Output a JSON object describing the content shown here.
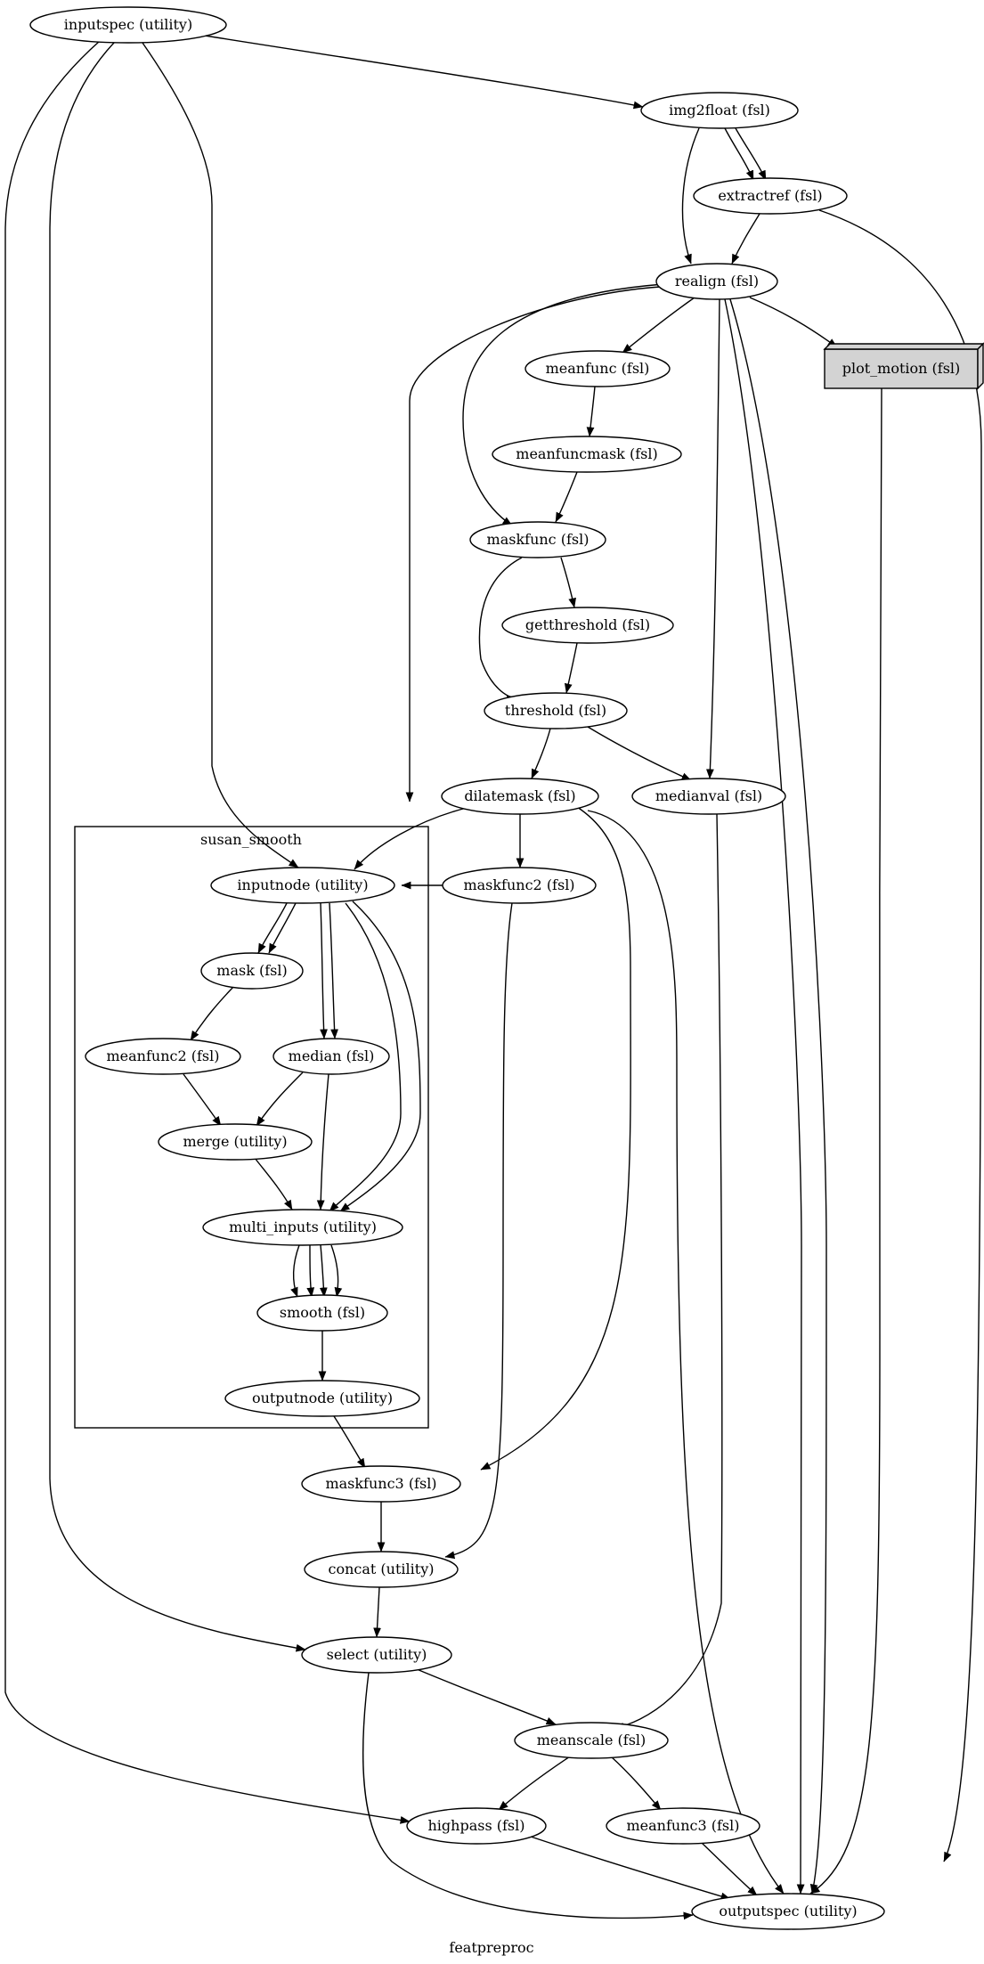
{
  "graph": {
    "name": "featpreproc",
    "cluster_label": "susan_smooth",
    "box_node_fill": "#d3d3d3",
    "nodes": [
      {
        "id": "inputspec",
        "label": "inputspec (utility)"
      },
      {
        "id": "img2float",
        "label": "img2float (fsl)"
      },
      {
        "id": "extractref",
        "label": "extractref (fsl)"
      },
      {
        "id": "realign",
        "label": "realign (fsl)"
      },
      {
        "id": "plot_motion",
        "label": "plot_motion (fsl)"
      },
      {
        "id": "meanfunc",
        "label": "meanfunc (fsl)"
      },
      {
        "id": "meanfuncmask",
        "label": "meanfuncmask (fsl)"
      },
      {
        "id": "maskfunc",
        "label": "maskfunc (fsl)"
      },
      {
        "id": "getthreshold",
        "label": "getthreshold (fsl)"
      },
      {
        "id": "threshold",
        "label": "threshold (fsl)"
      },
      {
        "id": "dilatemask",
        "label": "dilatemask (fsl)"
      },
      {
        "id": "medianval",
        "label": "medianval (fsl)"
      },
      {
        "id": "inputnode",
        "label": "inputnode (utility)"
      },
      {
        "id": "maskfunc2",
        "label": "maskfunc2 (fsl)"
      },
      {
        "id": "mask",
        "label": "mask (fsl)"
      },
      {
        "id": "meanfunc2",
        "label": "meanfunc2 (fsl)"
      },
      {
        "id": "median",
        "label": "median (fsl)"
      },
      {
        "id": "merge",
        "label": "merge (utility)"
      },
      {
        "id": "multi_inputs",
        "label": "multi_inputs (utility)"
      },
      {
        "id": "smooth",
        "label": "smooth (fsl)"
      },
      {
        "id": "outputnode",
        "label": "outputnode (utility)"
      },
      {
        "id": "maskfunc3",
        "label": "maskfunc3 (fsl)"
      },
      {
        "id": "concat",
        "label": "concat (utility)"
      },
      {
        "id": "select",
        "label": "select (utility)"
      },
      {
        "id": "meanscale",
        "label": "meanscale (fsl)"
      },
      {
        "id": "highpass",
        "label": "highpass (fsl)"
      },
      {
        "id": "meanfunc3",
        "label": "meanfunc3 (fsl)"
      },
      {
        "id": "outputspec",
        "label": "outputspec (utility)"
      }
    ],
    "edges": [
      [
        "inputspec",
        "img2float"
      ],
      [
        "inputspec",
        "inputnode"
      ],
      [
        "inputspec",
        "select"
      ],
      [
        "inputspec",
        "highpass"
      ],
      [
        "img2float",
        "extractref"
      ],
      [
        "img2float",
        "extractref"
      ],
      [
        "img2float",
        "realign"
      ],
      [
        "extractref",
        "realign"
      ],
      [
        "extractref",
        "outputspec"
      ],
      [
        "realign",
        "meanfunc"
      ],
      [
        "realign",
        "plot_motion"
      ],
      [
        "realign",
        "maskfunc"
      ],
      [
        "realign",
        "maskfunc2"
      ],
      [
        "realign",
        "medianval"
      ],
      [
        "realign",
        "outputspec"
      ],
      [
        "realign",
        "outputspec"
      ],
      [
        "plot_motion",
        "outputspec"
      ],
      [
        "meanfunc",
        "meanfuncmask"
      ],
      [
        "meanfuncmask",
        "maskfunc"
      ],
      [
        "maskfunc",
        "getthreshold"
      ],
      [
        "maskfunc",
        "threshold"
      ],
      [
        "getthreshold",
        "threshold"
      ],
      [
        "threshold",
        "dilatemask"
      ],
      [
        "threshold",
        "medianval"
      ],
      [
        "dilatemask",
        "inputnode"
      ],
      [
        "dilatemask",
        "maskfunc2"
      ],
      [
        "dilatemask",
        "maskfunc3"
      ],
      [
        "dilatemask",
        "outputspec"
      ],
      [
        "medianval",
        "meanscale"
      ],
      [
        "maskfunc2",
        "inputnode"
      ],
      [
        "maskfunc2",
        "concat"
      ],
      [
        "inputnode",
        "mask"
      ],
      [
        "inputnode",
        "mask"
      ],
      [
        "inputnode",
        "median"
      ],
      [
        "inputnode",
        "median"
      ],
      [
        "inputnode",
        "multi_inputs"
      ],
      [
        "inputnode",
        "multi_inputs"
      ],
      [
        "mask",
        "meanfunc2"
      ],
      [
        "meanfunc2",
        "merge"
      ],
      [
        "median",
        "merge"
      ],
      [
        "median",
        "multi_inputs"
      ],
      [
        "merge",
        "multi_inputs"
      ],
      [
        "multi_inputs",
        "smooth"
      ],
      [
        "multi_inputs",
        "smooth"
      ],
      [
        "multi_inputs",
        "smooth"
      ],
      [
        "multi_inputs",
        "smooth"
      ],
      [
        "smooth",
        "outputnode"
      ],
      [
        "outputnode",
        "maskfunc3"
      ],
      [
        "maskfunc3",
        "concat"
      ],
      [
        "concat",
        "select"
      ],
      [
        "select",
        "meanscale"
      ],
      [
        "select",
        "outputspec"
      ],
      [
        "meanscale",
        "highpass"
      ],
      [
        "meanscale",
        "meanfunc3"
      ],
      [
        "highpass",
        "outputspec"
      ],
      [
        "meanfunc3",
        "outputspec"
      ]
    ]
  }
}
